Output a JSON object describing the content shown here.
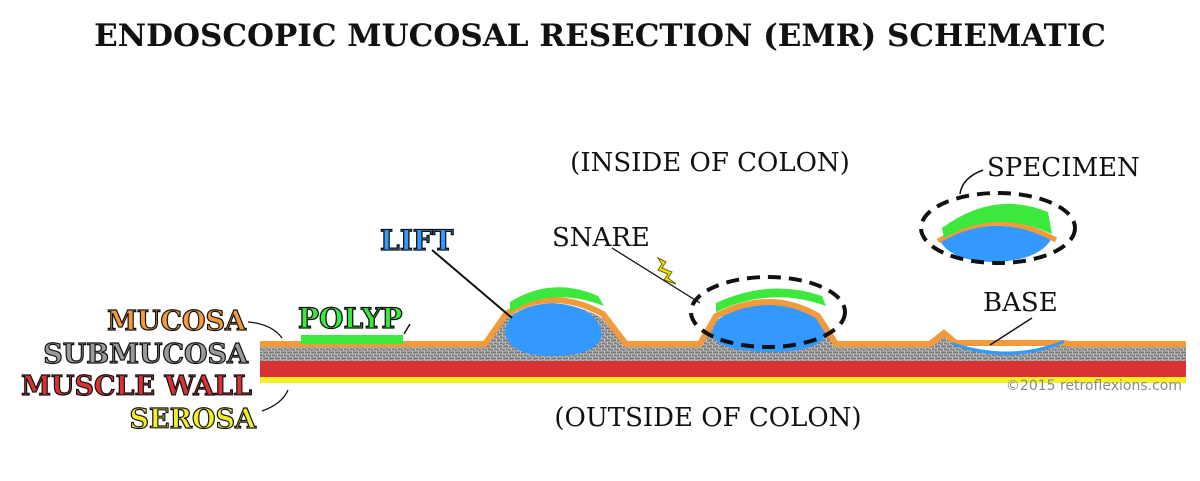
{
  "title": "ENDOSCOPIC MUCOSAL RESECTION (EMR) SCHEMATIC",
  "labels": {
    "inside": "(INSIDE OF COLON)",
    "outside": "(OUTSIDE OF COLON)",
    "polyp": "POLYP",
    "lift": "LIFT",
    "snare": "SNARE",
    "specimen": "SPECIMEN",
    "base": "BASE"
  },
  "layers": {
    "mucosa": "MUCOSA",
    "submucosa": "SUBMUCOSA",
    "muscle_wall": "MUSCLE WALL",
    "serosa": "SEROSA"
  },
  "copyright": "©2015 retroflexions.com",
  "colors": {
    "mucosa": "#F39A3B",
    "submucosa": "#9A9A9A",
    "muscle": "#D93232",
    "serosa": "#F5EF2A",
    "polyp": "#3BE83B",
    "lift": "#3399FF",
    "snare_spark": "#F2E20C",
    "text": "#111111"
  }
}
